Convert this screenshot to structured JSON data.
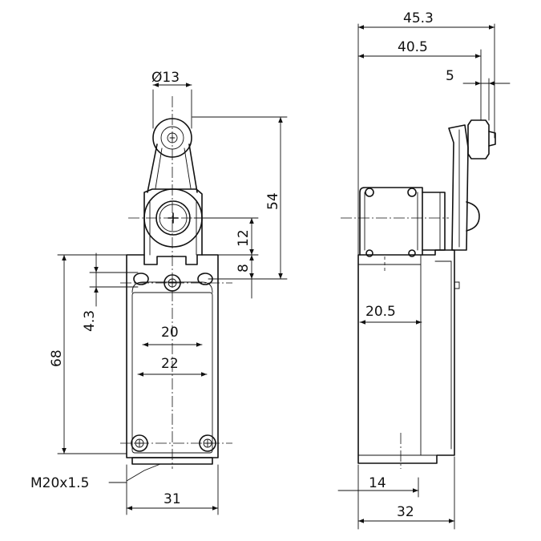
{
  "dimensions": {
    "front_roller_diameter": "Ø13",
    "front_lever_length": "54",
    "front_pivot_offset": "12",
    "front_mount_offset": "8",
    "front_hole_offset": "4.3",
    "front_height": "68",
    "front_inner_width": "20",
    "front_outer_width": "22",
    "front_base_width": "31",
    "front_conduit_thread": "M20x1.5",
    "side_overall_width": "45.3",
    "side_roller_width": "40.5",
    "side_roller_offset": "5",
    "side_head_depth": "20.5",
    "side_base_offset": "14",
    "side_depth": "32"
  }
}
